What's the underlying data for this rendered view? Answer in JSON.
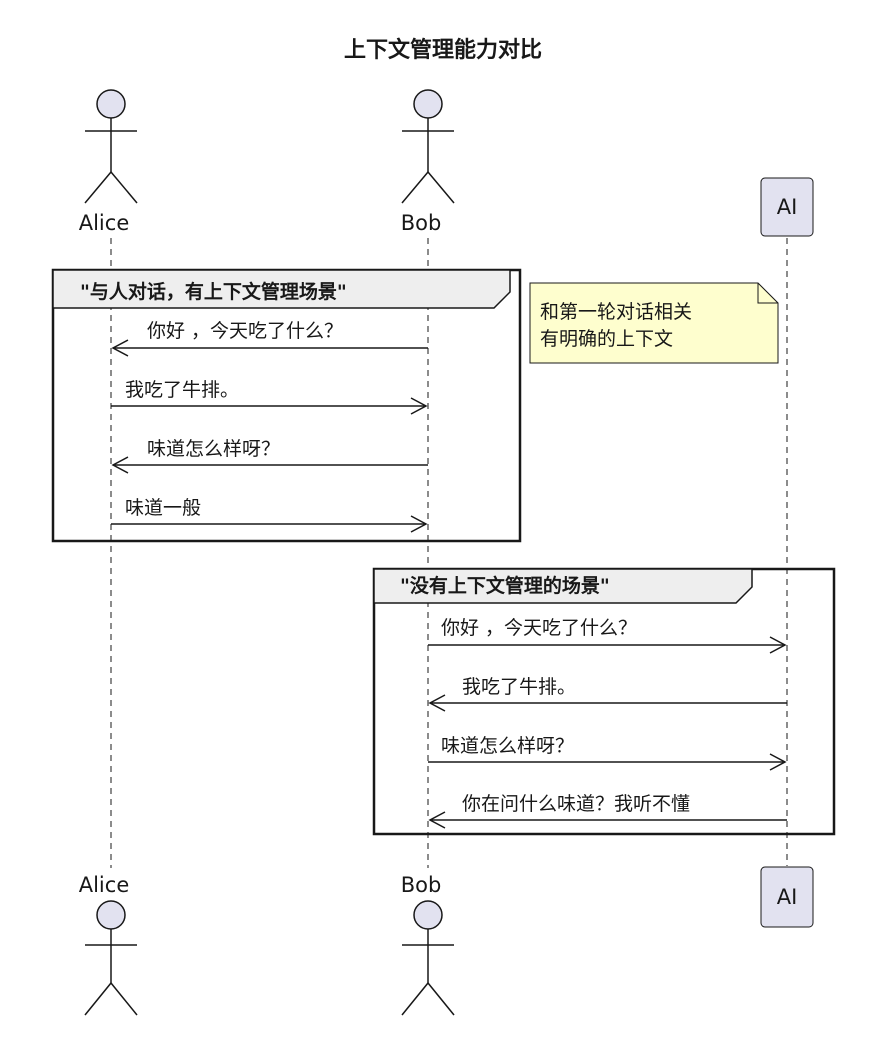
{
  "title": "上下文管理能力对比",
  "participants": {
    "alice": "Alice",
    "bob": "Bob",
    "ai": "AI"
  },
  "colors": {
    "participant_fill": "#e2e2f0",
    "note_fill": "#fefece",
    "group_header": "#eeeeee",
    "line": "#181818"
  },
  "groups": [
    {
      "label": "\"与人对话，有上下文管理场景\"",
      "messages": [
        {
          "from": "Bob",
          "to": "Alice",
          "text": "你好 ，今天吃了什么？"
        },
        {
          "from": "Alice",
          "to": "Bob",
          "text": "我吃了牛排。"
        },
        {
          "from": "Bob",
          "to": "Alice",
          "text": "味道怎么样呀？"
        },
        {
          "from": "Alice",
          "to": "Bob",
          "text": "味道一般"
        }
      ]
    },
    {
      "label": "\"没有上下文管理的场景\"",
      "messages": [
        {
          "from": "Bob",
          "to": "AI",
          "text": "你好 ，今天吃了什么？"
        },
        {
          "from": "AI",
          "to": "Bob",
          "text": "我吃了牛排。"
        },
        {
          "from": "Bob",
          "to": "AI",
          "text": "味道怎么样呀？"
        },
        {
          "from": "AI",
          "to": "Bob",
          "text": "你在问什么味道？我听不懂"
        }
      ]
    }
  ],
  "note": {
    "lines": [
      "和第一轮对话相关",
      "有明确的上下文"
    ]
  }
}
